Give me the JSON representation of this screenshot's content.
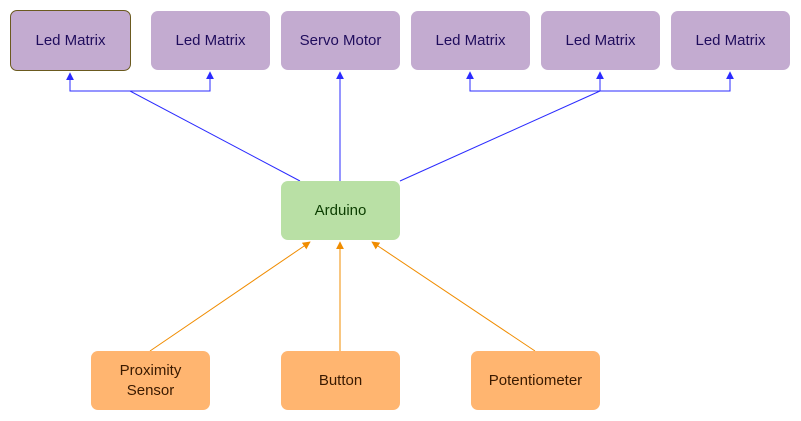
{
  "colors": {
    "output_fill": "#c3abd0",
    "controller_fill": "#b9e0a5",
    "input_fill": "#ffb570",
    "output_edge": "#2b2bff",
    "input_edge": "#f08c00"
  },
  "nodes": {
    "led1": "Led Matrix",
    "led2": "Led Matrix",
    "servo": "Servo Motor",
    "led3": "Led Matrix",
    "led4": "Led Matrix",
    "led5": "Led Matrix",
    "arduino": "Arduino",
    "prox": "Proximity\nSensor",
    "btn": "Button",
    "pot": "Potentiometer"
  }
}
